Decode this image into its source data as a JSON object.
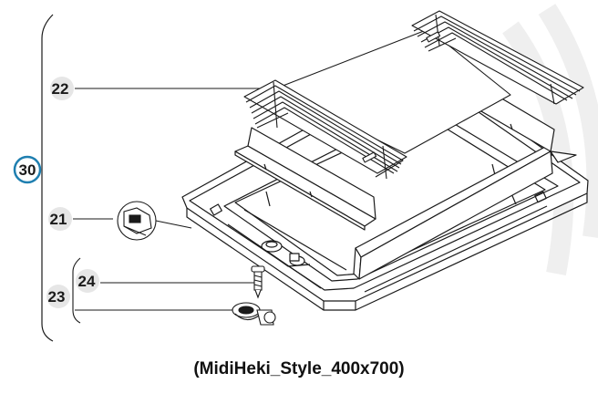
{
  "diagram": {
    "callouts": {
      "c30": "30",
      "c22": "22",
      "c21": "21",
      "c23": "23",
      "c24": "24"
    },
    "caption": "(MidiHeki_Style_400x700)"
  },
  "colors": {
    "line": "#1a1a1a",
    "accent": "#1f7fb0",
    "bubble": "#e6e6e6",
    "watermark": "#efefef"
  }
}
